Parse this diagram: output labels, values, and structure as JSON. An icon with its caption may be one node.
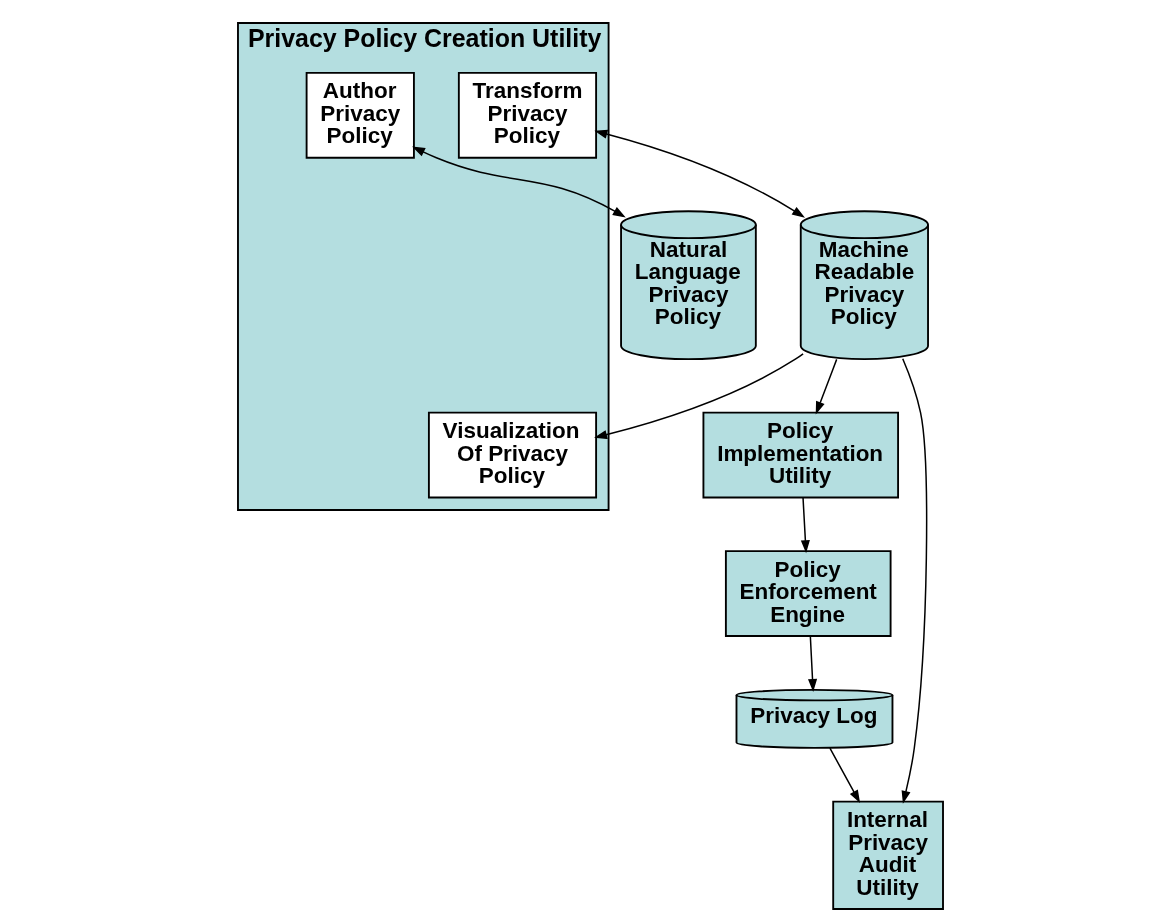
{
  "diagram": {
    "nodes": [
      {
        "text": [
          "Privacy Policy Creation Utility"
        ]
      },
      {
        "text": [
          "Author Privacy Policy"
        ],
        "in": 0
      },
      {
        "text": [
          "Transform Privacy Policy"
        ],
        "in": 0
      },
      {
        "text": [
          "Visualization Of Privacy Policy"
        ],
        "in": 0
      },
      {
        "text": [
          "Policy Implementation Utility"
        ]
      },
      {
        "text": [
          "Natural Language Privacy Policy"
        ]
      },
      {
        "text": [
          "Machine Readable Privacy Policy"
        ]
      },
      {
        "text": [
          "Policy Enforcement Engine"
        ]
      },
      {
        "text": [
          "Internal Privacy Audit Utility"
        ]
      },
      {
        "text": [
          "Privacy Log"
        ]
      }
    ],
    "edges": [
      {
        "from": 1,
        "to": 5,
        "arrow": "both"
      },
      {
        "from": 2,
        "to": 6,
        "arrow": "both"
      },
      {
        "from": 6,
        "to": 3,
        "arrow": "to"
      },
      {
        "from": 6,
        "to": 4,
        "arrow": "to"
      },
      {
        "from": 4,
        "to": 7,
        "arrow": "to"
      },
      {
        "from": 7,
        "to": 9,
        "arrow": "to"
      },
      {
        "from": 6,
        "to": 8,
        "arrow": "to"
      },
      {
        "from": 9,
        "to": 8,
        "arrow": "to"
      }
    ]
  }
}
